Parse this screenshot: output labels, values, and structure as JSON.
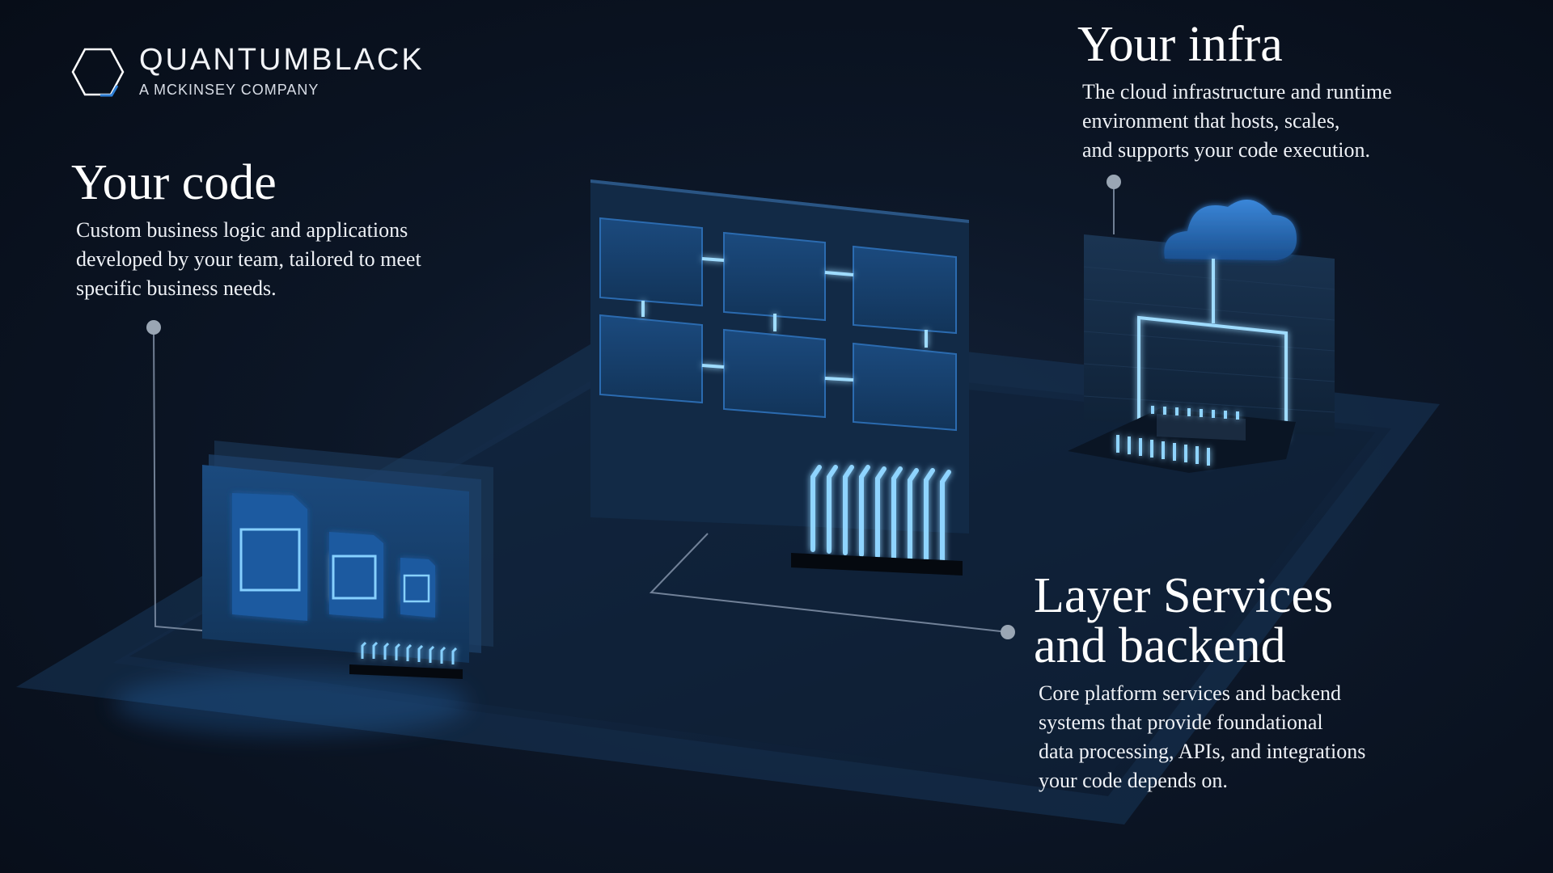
{
  "brand": {
    "name": "QUANTUMBLACK",
    "subtitle": "A MCKINSEY COMPANY",
    "logo_icon": "hexagon-logo-icon"
  },
  "sections": {
    "code": {
      "title": "Your code",
      "description_lines": [
        "Custom business logic and applications",
        "developed by your team, tailored to meet",
        "specific business needs."
      ]
    },
    "infra": {
      "title": "Your infra",
      "description_lines": [
        "The cloud infrastructure and runtime",
        "environment that hosts, scales,",
        "and supports your code execution."
      ]
    },
    "layer": {
      "title_lines": [
        "Layer Services",
        "and backend"
      ],
      "description_lines": [
        "Core platform services and backend",
        "systems that provide foundational",
        "data processing, APIs, and integrations",
        "your code depends on."
      ]
    }
  },
  "colors": {
    "background": "#0b1422",
    "panel": "#153a66",
    "glow": "#7fc8ff",
    "accent": "#2f80d6"
  }
}
